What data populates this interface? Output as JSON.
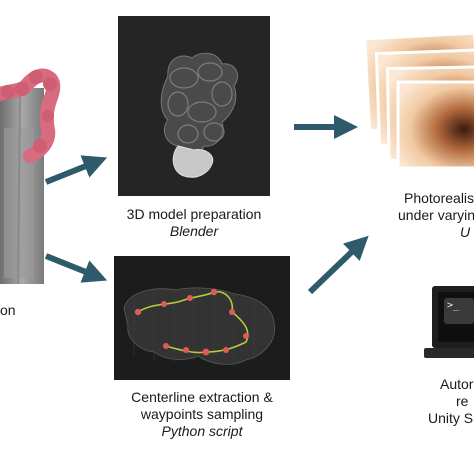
{
  "colors": {
    "arrow": "#2f5a6b",
    "panel_dark": "#252525",
    "colon_pink": "#d96b80",
    "centerline_green": "#b5c93a",
    "waypoint_red": "#e05a5a",
    "laptop_body": "#1e1e1e"
  },
  "left": {
    "label_fragment": "on"
  },
  "model_prep": {
    "title": "3D model preparation",
    "tool": "Blender"
  },
  "centerline": {
    "title_line1": "Centerline extraction &",
    "title_line2": "waypoints sampling",
    "tool": "Python script"
  },
  "render": {
    "title_line1": "Photorealis",
    "title_line2": "under varyin",
    "tool": "U"
  },
  "automation": {
    "line1": "Autor",
    "line2": "re",
    "line3": "Unity S",
    "icon": "terminal-laptop-icon",
    "terminal_prompt": ">_"
  }
}
